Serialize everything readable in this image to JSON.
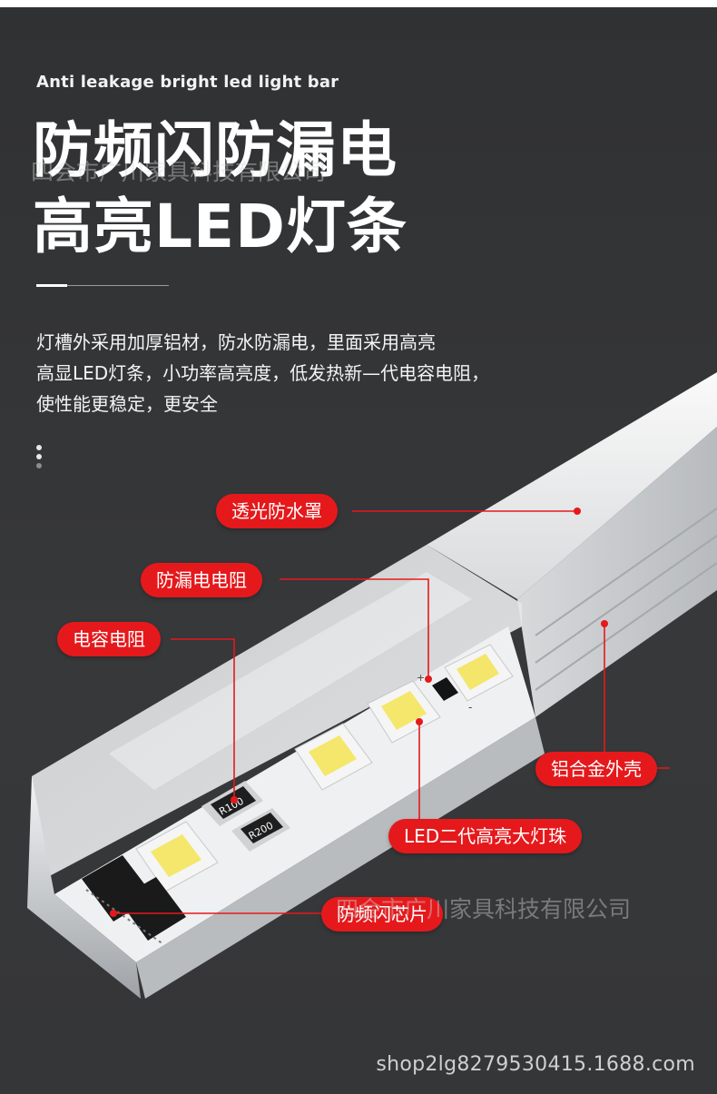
{
  "header": {
    "subtitle_en": "Anti leakage bright led light bar",
    "title_line1": "防频闪防漏电",
    "title_line2": "高亮LED灯条"
  },
  "description": {
    "line1": "灯槽外采用加厚铝材，防水防漏电，里面采用高亮",
    "line2": "高显LED灯条，小功率高亮度，低发热新—代电容电阻，",
    "line3": "使性能更稳定，更安全"
  },
  "callouts": {
    "diffuser": "透光防水罩",
    "leak_resistor": "防漏电电阻",
    "cap_resistor": "电容电阻",
    "aluminum_shell": "铝合金外壳",
    "led_beads": "LED二代高亮大灯珠",
    "flicker_chip": "防频闪芯片"
  },
  "components": {
    "resistor_1": "R100",
    "resistor_2": "R200",
    "polarity_plus": "+",
    "polarity_minus": "-"
  },
  "watermarks": {
    "top": "四会市广川家具科技有限公司",
    "bottom": "四会市广川家具科技有限公司"
  },
  "footer": {
    "url": "shop2lg8279530415.1688.com"
  },
  "colors": {
    "background": "#333436",
    "label_red": "#e5191c",
    "text_white": "#ffffff"
  }
}
